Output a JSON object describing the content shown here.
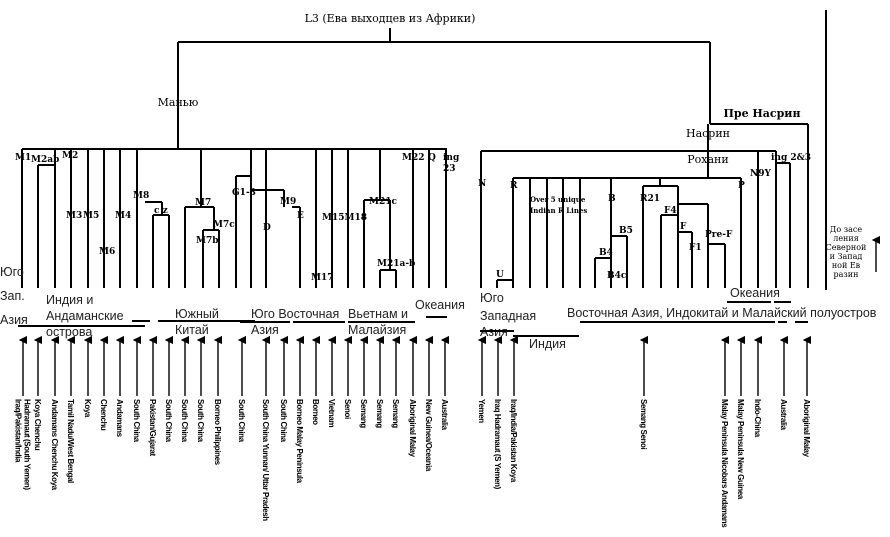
{
  "tree": {
    "root": "L3 (Ева выходцев из Африки)",
    "manyu": "Манью",
    "pre_nasrin": "Пре Насрин",
    "nasrin": "Насрин",
    "rokhani": "Рохани",
    "left_nodes": {
      "M1": "M1",
      "M2ab": "M2ab",
      "M2": "M2",
      "M3": "M3",
      "M5": "M5",
      "M6": "M6",
      "M4": "M4",
      "M8": "M8",
      "cz": "c z",
      "M7": "M7",
      "M7c": "M7c",
      "M7b": "M7b",
      "G1_3": "G1-3",
      "D": "D",
      "M9": "M9",
      "E": "E",
      "M17": "M17",
      "M15M18": "M15M18",
      "M21c": "M21c",
      "M21ab": "M21a-b",
      "M22": "M22",
      "Q": "Q",
      "ing23_a": "ing",
      "ing23_b": "23"
    },
    "right_nodes": {
      "N": "N",
      "U": "U",
      "R": "R",
      "over5_a": "Over 5 unique",
      "over5_b": "Indian R Lines",
      "B": "B",
      "B5": "B5",
      "B4": "B4",
      "B4c": "B4c",
      "R21": "R21",
      "F4": "F4",
      "F": "F",
      "F1": "F1",
      "PreF": "Pre-F",
      "P": "P",
      "N9Y": "N9Y",
      "ing23": "ing 2&3"
    }
  },
  "regions": {
    "sw_asia_1": [
      "Юго",
      "Зап.",
      "Азия"
    ],
    "india_andaman": [
      "Индия и",
      "Андаманские",
      "острова"
    ],
    "south_china": [
      "Южный",
      "Китай"
    ],
    "se_asia": [
      "Юго Восточная",
      "Азия"
    ],
    "vietnam_malaysia": [
      "Вьетнам и",
      "Малайзия"
    ],
    "oceania_1": "Океания",
    "sw_asia_2": [
      "Юго",
      "Западная",
      "Азия"
    ],
    "india": "Индия",
    "east_asia": "Восточная Азия, Индокитай и Малайский полуостров",
    "oceania_2": "Океания"
  },
  "side_note": [
    "До засе",
    "ления",
    "Северной",
    "и Запад",
    "ной Ев",
    "разин"
  ],
  "leaves_left": [
    [
      "Iraq/Pakistan/India",
      "Hadramaut (South Yemen)"
    ],
    [
      "Koya Chenchu"
    ],
    [
      "Andamans Chenchu Koya"
    ],
    [
      "Tamil Nadu/West Bengal"
    ],
    [
      "Koya"
    ],
    [
      "Chenchu"
    ],
    [
      "Andamans"
    ],
    [
      "South China"
    ],
    [
      "Pakistan/Gujarat"
    ],
    [
      "South China"
    ],
    [
      "South China"
    ],
    [
      "South China"
    ],
    [
      "Borneo Philippines"
    ],
    [
      "South China"
    ],
    [
      "South China Yunnan/ Uttar Pradesh"
    ],
    [
      "South China"
    ],
    [
      "Borneo Malay Peninsula"
    ],
    [
      "Borneo"
    ],
    [
      "Vietnam"
    ],
    [
      "Senoi"
    ],
    [
      "Semang"
    ],
    [
      "Semang"
    ],
    [
      "Semang"
    ],
    [
      "Aboriginal Malay"
    ],
    [
      "New Guinea/Oceania"
    ],
    [
      "Australia"
    ]
  ],
  "leaves_right": [
    [
      "Yemen"
    ],
    [
      "Iraq Hadramaut (S Yemen)"
    ],
    [
      "Iraq/India/Pakistan Koya"
    ],
    [
      "Semang Senoi"
    ],
    [
      "Malay Peninsula Nicobars Andamans"
    ],
    [
      "Malay Peninsula New Guinea"
    ],
    [
      "Indo-China"
    ],
    [
      "Australia"
    ],
    [
      "Aboriginal Malay"
    ]
  ]
}
